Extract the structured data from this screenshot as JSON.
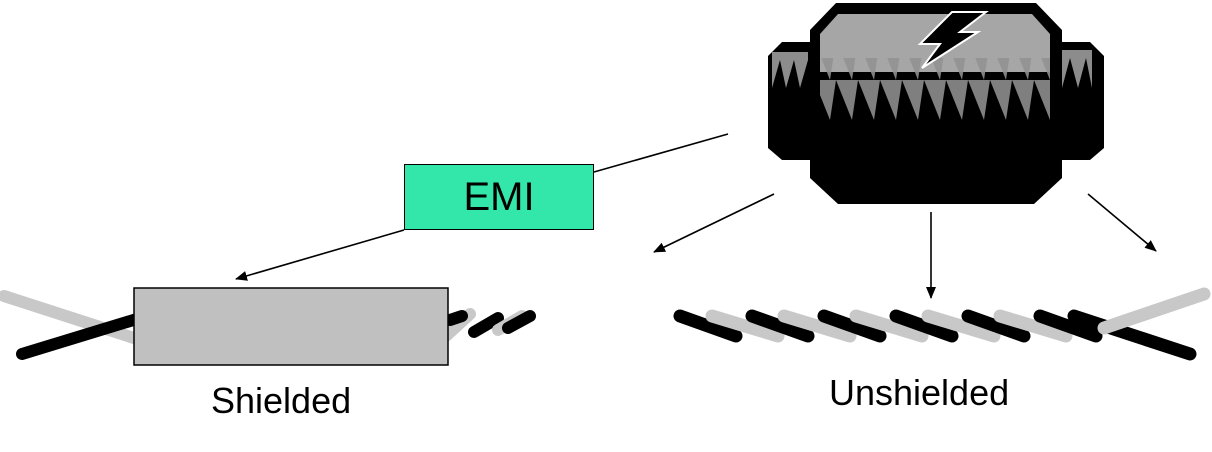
{
  "diagram": {
    "emi_label": "EMI",
    "shielded_label": "Shielded",
    "unshielded_label": "Unshielded"
  },
  "colors": {
    "emi_box": "#33e6aa",
    "shield": "#c0c0c0",
    "wire_dark": "#000000",
    "wire_light": "#c8c8c8",
    "motor_body": "#000000",
    "motor_top": "#a6a6a6"
  },
  "icons": [
    "motor-icon",
    "lightning-bolt-icon",
    "twisted-pair-icon"
  ]
}
